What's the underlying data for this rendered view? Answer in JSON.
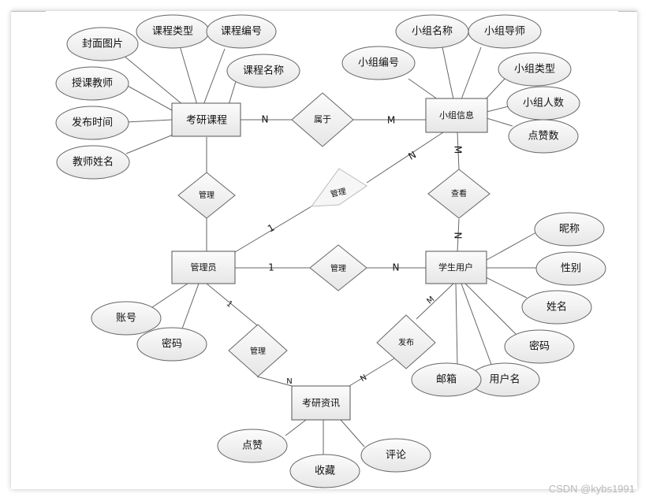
{
  "entities": {
    "course": "考研课程",
    "group": "小组信息",
    "admin": "管理员",
    "student": "学生用户",
    "news": "考研资讯"
  },
  "relationships": {
    "belongs": "属于",
    "manage_course": "管理",
    "manage_group": "管理",
    "view": "查看",
    "manage_user": "管理",
    "manage_news": "管理",
    "publish": "发布"
  },
  "attributes": {
    "cover": "封面图片",
    "course_type": "课程类型",
    "course_no": "课程编号",
    "course_name": "课程名称",
    "teacher": "授课教师",
    "publish_time": "发布时间",
    "teacher_name": "教师姓名",
    "group_name": "小组名称",
    "group_mentor": "小组导师",
    "group_no": "小组编号",
    "group_type": "小组类型",
    "group_size": "小组人数",
    "likes": "点赞数",
    "nickname": "昵称",
    "gender": "性别",
    "real_name": "姓名",
    "student_pwd": "密码",
    "email": "邮箱",
    "username": "用户名",
    "account": "账号",
    "admin_pwd": "密码",
    "like": "点赞",
    "favorite": "收藏",
    "comment": "评论"
  },
  "cardinality": {
    "belongs_course": "N",
    "belongs_group": "M",
    "manage_group_admin": "1",
    "manage_group_group": "N",
    "view_group": "M",
    "view_student": "N",
    "manage_user_admin": "1",
    "manage_user_student": "N",
    "manage_news_admin": "1",
    "manage_news_news": "N",
    "publish_student": "M",
    "publish_news": "N"
  },
  "watermark": "CSDN @kybs1991",
  "colors": {
    "stroke": "#555555",
    "fill": "#f2f2f2",
    "text": "#111111"
  }
}
